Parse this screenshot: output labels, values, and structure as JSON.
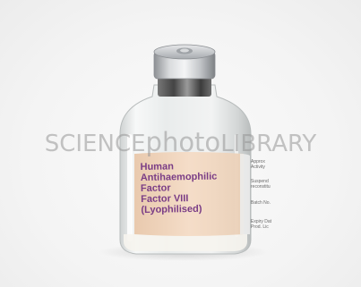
{
  "vial_label": {
    "lines": [
      "Human",
      "Antihaemophilic",
      "Factor",
      "Factor VIII",
      "(Lyophilised)"
    ]
  },
  "side_label": {
    "lines": [
      "Approx",
      "Activity",
      "Suspend",
      "reconstitu",
      "Batch No.",
      "Expiry Dat",
      "Prod. Lic"
    ]
  },
  "watermark": {
    "science": "SCIENCE",
    "photo": "photo",
    "library": "LIBRARY"
  },
  "colors": {
    "label_text": "#7a3d86",
    "label_paper": "#f3d9c2",
    "cap_metal": "#b9bcbf"
  }
}
